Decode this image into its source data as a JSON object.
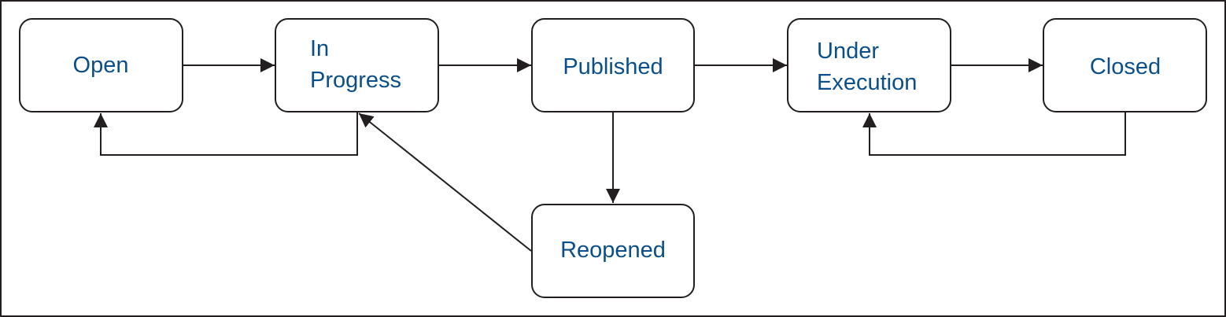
{
  "colors": {
    "border": "#231f20",
    "label": "#0b4f8a",
    "background": "#ffffff"
  },
  "diagram": {
    "nodes": {
      "open": {
        "line1": "Open",
        "line2": ""
      },
      "in_progress": {
        "line1": "In",
        "line2": "Progress"
      },
      "published": {
        "line1": "Published",
        "line2": ""
      },
      "under_execution": {
        "line1": "Under",
        "line2": "Execution"
      },
      "closed": {
        "line1": "Closed",
        "line2": ""
      },
      "reopened": {
        "line1": "Reopened",
        "line2": ""
      }
    },
    "edges": [
      {
        "from": "Open",
        "to": "In Progress"
      },
      {
        "from": "In Progress",
        "to": "Published"
      },
      {
        "from": "Published",
        "to": "Under Execution"
      },
      {
        "from": "Under Execution",
        "to": "Closed"
      },
      {
        "from": "In Progress",
        "to": "Open"
      },
      {
        "from": "Published",
        "to": "Reopened"
      },
      {
        "from": "Reopened",
        "to": "In Progress"
      },
      {
        "from": "Closed",
        "to": "Under Execution"
      }
    ]
  }
}
